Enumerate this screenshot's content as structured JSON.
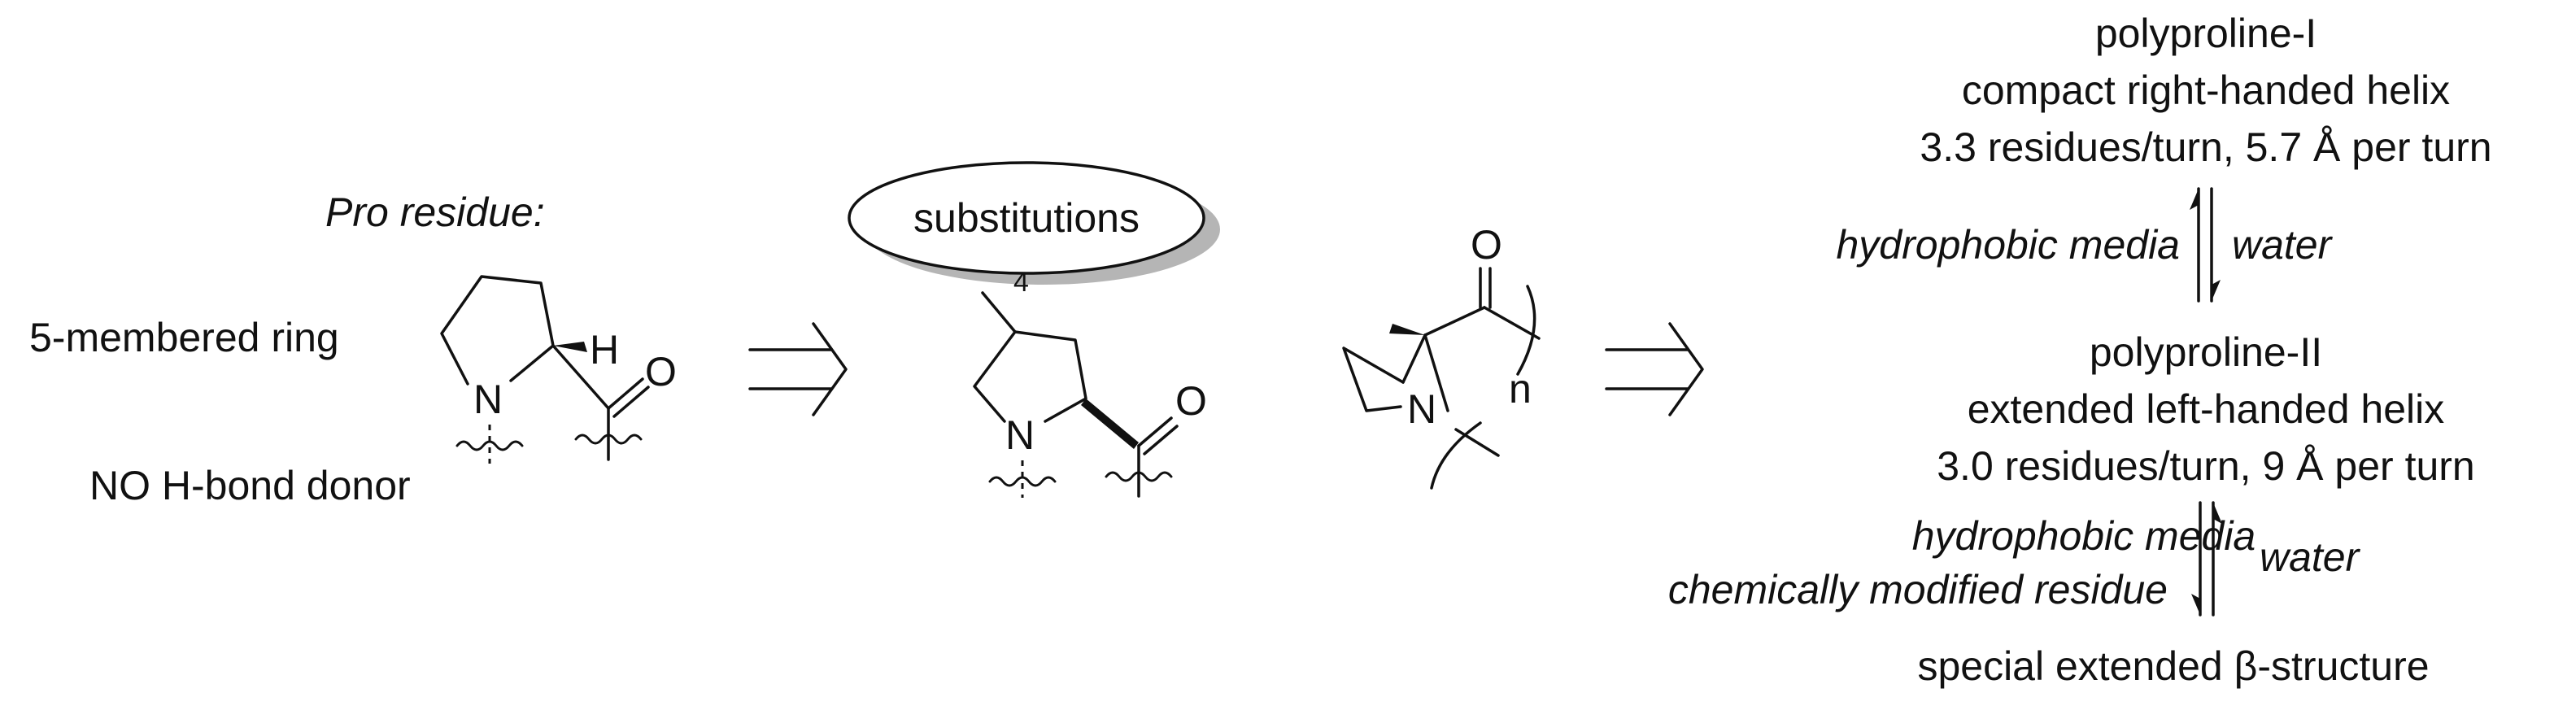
{
  "pro_residue": {
    "title": "Pro residue:",
    "ring_label": "5-membered ring",
    "hbond_label": "NO H-bond donor",
    "atom_n": "N",
    "atom_h": "H",
    "atom_o": "O"
  },
  "substituted": {
    "balloon_label": "substitutions",
    "position_label": "4",
    "atom_n": "N",
    "atom_o": "O"
  },
  "polymer": {
    "atom_o": "O",
    "atom_n": "N",
    "repeat_label": "n"
  },
  "conformations": {
    "ppi_title": "polyproline-I",
    "ppi_desc": "compact right-handed helix",
    "ppi_params": "3.3 residues/turn, 5.7 Å per turn",
    "eq1_left": "hydrophobic media",
    "eq1_right": "water",
    "ppii_title": "polyproline-II",
    "ppii_desc": "extended left-handed helix",
    "ppii_params": "3.0 residues/turn, 9 Å per turn",
    "eq2_left_1": "hydrophobic media",
    "eq2_left_2": "chemically modified residue",
    "eq2_right": "water",
    "beta_label": "special extended β-structure"
  },
  "colors": {
    "ink": "#111111",
    "balloon_shadow": "#b5b5b5",
    "background": "#ffffff"
  }
}
